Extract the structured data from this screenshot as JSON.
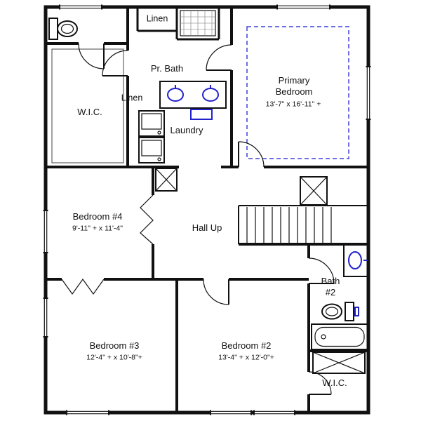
{
  "colors": {
    "wall": "#111111",
    "fixture": "#2222cc",
    "tray_ceiling": "#4040d8",
    "shelf": "#444444"
  },
  "rooms": {
    "primary_bedroom": {
      "label": "Primary\nBedroom",
      "dims": "13'-7\" x 16'-11\" +"
    },
    "bedroom_4": {
      "label": "Bedroom #4",
      "dims": "9'-11\" + x 11'-4\""
    },
    "bedroom_3": {
      "label": "Bedroom #3",
      "dims": "12'-4\" + x 10'-8\"+"
    },
    "bedroom_2": {
      "label": "Bedroom #2",
      "dims": "13'-4\" + x 12'-0\"+"
    },
    "primary_bath": {
      "label": "Pr. Bath"
    },
    "bath_2": {
      "label": "Bath\n#2"
    },
    "wic_upper": {
      "label": "W.I.C."
    },
    "wic_lower": {
      "label": "W.I.C."
    },
    "laundry": {
      "label": "Laundry"
    },
    "linen_upper": {
      "label": "Linen"
    },
    "linen_hall": {
      "label": "Linen"
    },
    "hall": {
      "label": "Hall Up"
    }
  }
}
